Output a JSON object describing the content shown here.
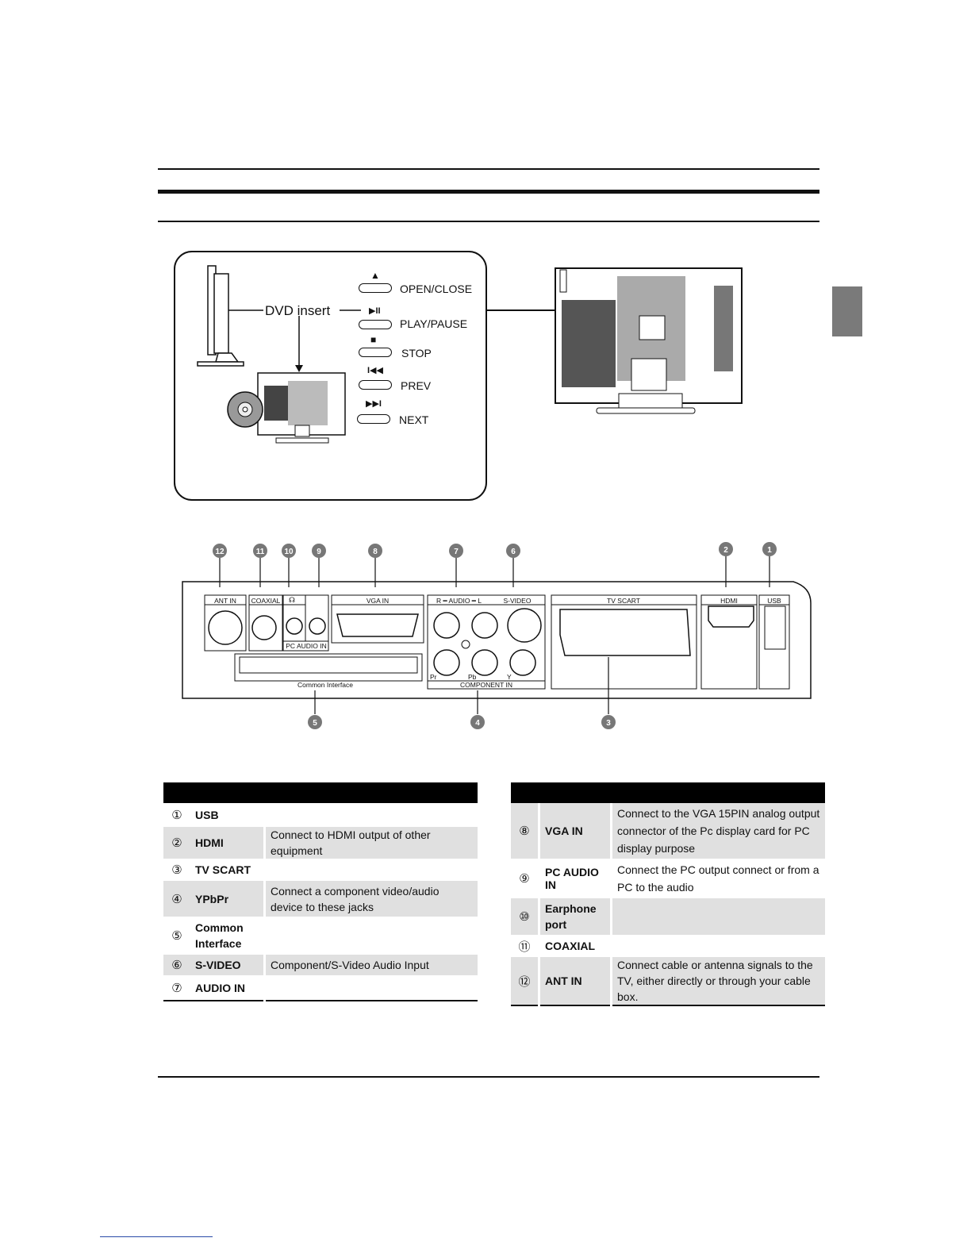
{
  "panel": {
    "dvd_insert": "DVD insert",
    "buttons": [
      {
        "icon": "eject-icon",
        "glyph": "▲",
        "label": "OPEN/CLOSE"
      },
      {
        "icon": "play-pause-icon",
        "glyph": "▶II",
        "label": "PLAY/PAUSE"
      },
      {
        "icon": "stop-icon",
        "glyph": "■",
        "label": "STOP"
      },
      {
        "icon": "prev-icon",
        "glyph": "I◀◀",
        "label": "PREV"
      },
      {
        "icon": "next-icon",
        "glyph": "▶▶I",
        "label": "NEXT"
      }
    ]
  },
  "connector_panel": {
    "ant_in": "ANT IN",
    "coaxial": "COAXIAL",
    "pc_audio_in": "PC AUDIO IN",
    "vga_in": "VGA IN",
    "audio": "R ━ AUDIO ━ L",
    "s_video": "S-VIDEO",
    "tv_scart": "TV SCART",
    "hdmi": "HDMI",
    "usb": "USB",
    "common_interface": "Common Interface",
    "component_in": "COMPONENT IN",
    "pr": "Pr",
    "pb": "Pb",
    "y": "Y",
    "callouts": [
      "12",
      "11",
      "10",
      "9",
      "8",
      "7",
      "6",
      "2",
      "1",
      "5",
      "4",
      "3"
    ]
  },
  "table_left": {
    "rows": [
      {
        "num": "①",
        "name": "USB",
        "desc": ""
      },
      {
        "num": "②",
        "name": "HDMI",
        "desc": "Connect to HDMI output of other equipment"
      },
      {
        "num": "③",
        "name": "TV SCART",
        "desc": ""
      },
      {
        "num": "④",
        "name": "YPbPr",
        "desc": "Connect a component video/audio device to these jacks"
      },
      {
        "num": "⑤",
        "name": "Common Interface",
        "desc": ""
      },
      {
        "num": "⑥",
        "name": "S-VIDEO",
        "desc": "Component/S-Video Audio Input"
      },
      {
        "num": "⑦",
        "name": "AUDIO IN",
        "desc": ""
      }
    ]
  },
  "table_right": {
    "rows": [
      {
        "num": "⑧",
        "name": "VGA IN",
        "desc": "Connect to the VGA 15PIN analog output connector of the Pc display card for PC display purpose"
      },
      {
        "num": "⑨",
        "name": "PC AUDIO IN",
        "desc": "Connect the PC output connect or from a PC to the audio"
      },
      {
        "num": "⑩",
        "name": "Earphone port",
        "desc": ""
      },
      {
        "num": "⑪",
        "name": "COAXIAL",
        "desc": ""
      },
      {
        "num": "⑫",
        "name": "ANT IN",
        "desc": "Connect cable or antenna signals to the TV, either directly or through your cable box."
      }
    ]
  }
}
